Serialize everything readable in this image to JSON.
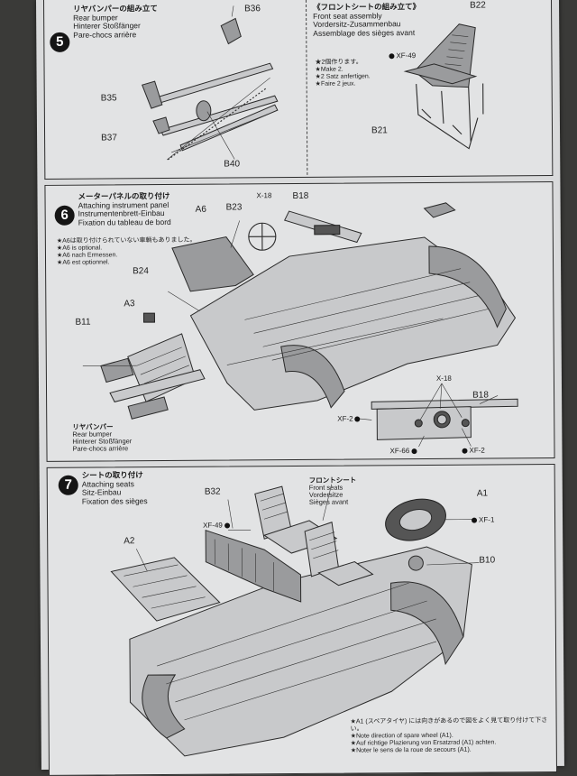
{
  "step5": {
    "number": "5",
    "left": {
      "title_jp": "リヤバンパーの組み立て",
      "title_en": "Rear bumper",
      "title_de": "Hinterer Stoßfänger",
      "title_fr": "Pare-chocs arrière",
      "parts": [
        "B36",
        "B35",
        "B37",
        "B40"
      ]
    },
    "right": {
      "title_jp": "《フロントシートの組み立て》",
      "title_en": "Front seat assembly",
      "title_de": "Vordersitz-Zusammenbau",
      "title_fr": "Assemblage des sièges avant",
      "make_jp": "★2個作ります。",
      "make_en": "★Make 2.",
      "make_de": "★2 Satz anfertigen.",
      "make_fr": "★Faire 2 jeux.",
      "paint": "XF-49",
      "parts": [
        "B22",
        "B21"
      ]
    }
  },
  "step6": {
    "number": "6",
    "title_jp": "メーターパネルの取り付け",
    "title_en": "Attaching instrument panel",
    "title_de": "Instrumentenbrett-Einbau",
    "title_fr": "Fixation du tableau de bord",
    "option_jp": "★A6は取り付けられていない車輌もありました。",
    "option_en": "★A6 is optional.",
    "option_de": "★A6 nach Ermessen.",
    "option_fr": "★A6 est optionnel.",
    "parts": [
      "A6",
      "B23",
      "X-18",
      "B18",
      "B24",
      "A3",
      "B11"
    ],
    "bumper_jp": "リヤバンパー",
    "bumper_en": "Rear bumper",
    "bumper_de": "Hinterer Stoßfänger",
    "bumper_fr": "Pare-chocs arrière",
    "detail": {
      "x18": "X-18",
      "b18": "B18",
      "xf2_left": "XF-2",
      "xf66": "XF-66",
      "xf2_right": "XF-2"
    }
  },
  "step7": {
    "number": "7",
    "title_jp": "シートの取り付け",
    "title_en": "Attaching seats",
    "title_de": "Sitz-Einbau",
    "title_fr": "Fixation des sièges",
    "front_jp": "フロントシート",
    "front_en": "Front seats",
    "front_de": "Vordersitze",
    "front_fr": "Sièges avant",
    "parts": [
      "B32",
      "XF-49",
      "A2",
      "A1",
      "XF-1",
      "B10"
    ],
    "note_jp": "★A1 (スペアタイヤ) には向きがあるので図をよく見て取り付けて下さい。",
    "note_en": "★Note direction of spare wheel (A1).",
    "note_de": "★Auf richtige Plazierung von Ersatzrad (A1) achten.",
    "note_fr": "★Noter le sens de la roue de secours (A1)."
  },
  "colors": {
    "paper": "#e2e3e4",
    "ink": "#1d1d1d",
    "star": "#c0262b"
  }
}
